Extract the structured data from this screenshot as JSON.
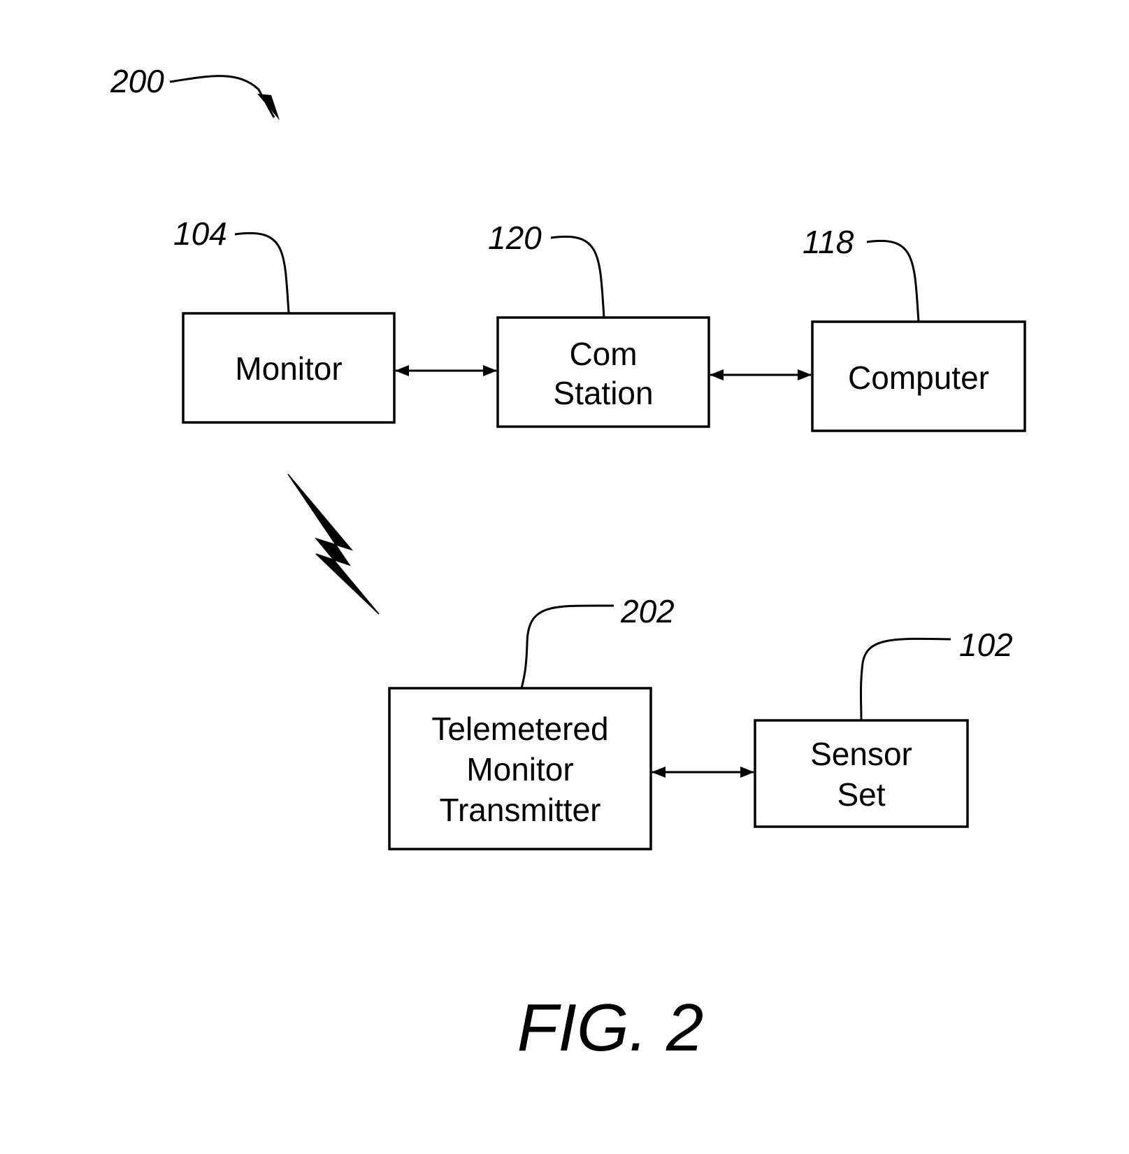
{
  "diagram": {
    "system_ref": "200",
    "figure_label": "FIG. 2",
    "blocks": {
      "monitor": {
        "ref": "104",
        "lines": [
          "Monitor"
        ]
      },
      "com_station": {
        "ref": "120",
        "lines": [
          "Com",
          "Station"
        ]
      },
      "computer": {
        "ref": "118",
        "lines": [
          "Computer"
        ]
      },
      "telemetered": {
        "ref": "202",
        "lines": [
          "Telemetered",
          "Monitor",
          "Transmitter"
        ]
      },
      "sensor_set": {
        "ref": "102",
        "lines": [
          "Sensor",
          "Set"
        ]
      }
    },
    "connections": [
      {
        "from": "monitor",
        "to": "com_station",
        "type": "bidirectional"
      },
      {
        "from": "com_station",
        "to": "computer",
        "type": "bidirectional"
      },
      {
        "from": "telemetered",
        "to": "sensor_set",
        "type": "bidirectional"
      },
      {
        "from": "monitor",
        "to": "telemetered",
        "type": "wireless"
      }
    ]
  }
}
